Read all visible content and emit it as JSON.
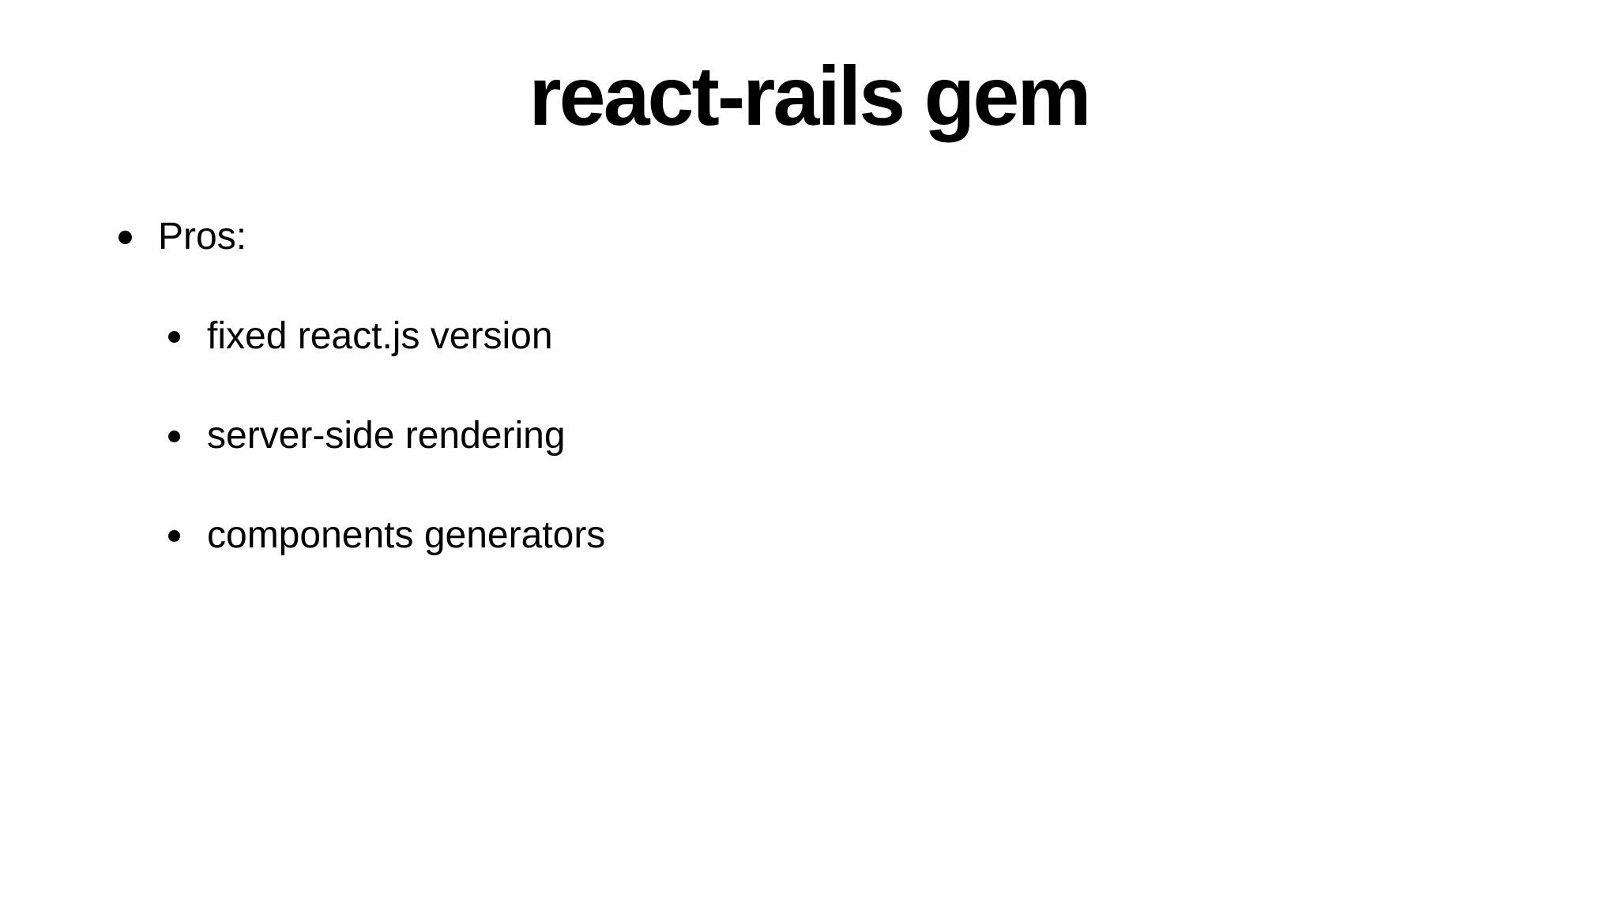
{
  "slide": {
    "title": "react-rails gem",
    "list": {
      "parent_label": "Pros:",
      "children": [
        {
          "label": "fixed react.js version"
        },
        {
          "label": "server-side rendering"
        },
        {
          "label": "components generators"
        }
      ]
    }
  },
  "colors": {
    "background": "#ffffff",
    "text": "#000000"
  }
}
